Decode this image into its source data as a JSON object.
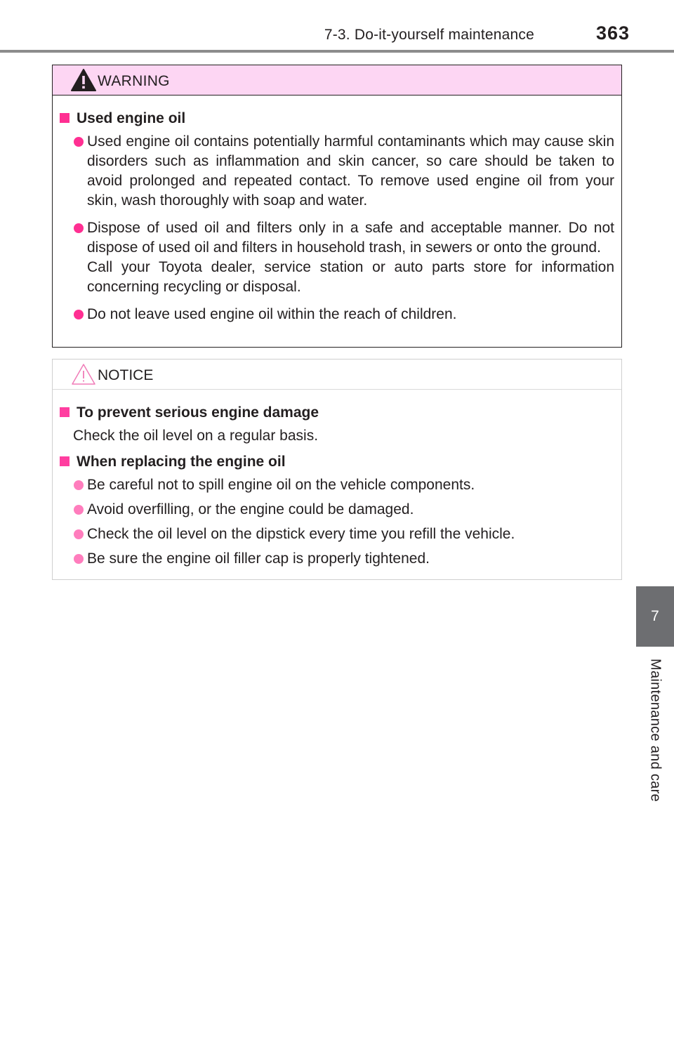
{
  "header": {
    "section_title": "7-3. Do-it-yourself maintenance",
    "page_number": "363"
  },
  "side_tab": {
    "chapter_number": "7",
    "chapter_title": "Maintenance and care"
  },
  "warning": {
    "title": "WARNING",
    "heading": "Used engine oil",
    "items": [
      "Used engine oil contains potentially harmful contaminants which may cause skin disorders such as inflammation and skin cancer, so care should be taken to avoid prolonged and repeated contact. To remove used engine oil from your skin, wash thoroughly with soap and water.",
      "Dispose of used oil and filters only in a safe and acceptable manner. Do not dispose of used oil and filters in household trash, in sewers or onto the ground.",
      "Call your Toyota dealer, service station or auto parts store for information concerning recycling or disposal.",
      "Do not leave used engine oil within the reach of children."
    ]
  },
  "notice": {
    "title": "NOTICE",
    "heading1": "To prevent serious engine damage",
    "text1": "Check the oil level on a regular basis.",
    "heading2": "When replacing the engine oil",
    "items": [
      "Be careful not to spill engine oil on the vehicle components.",
      "Avoid overfilling, or the engine could be damaged.",
      "Check the oil level on the dipstick every time you refill the vehicle.",
      "Be sure the engine oil filler cap is properly tightened."
    ]
  },
  "colors": {
    "warning_header_bg": "#fdd6f3",
    "bullet_accent": "#ff2f92",
    "side_tab_bg": "#6d6e71"
  }
}
